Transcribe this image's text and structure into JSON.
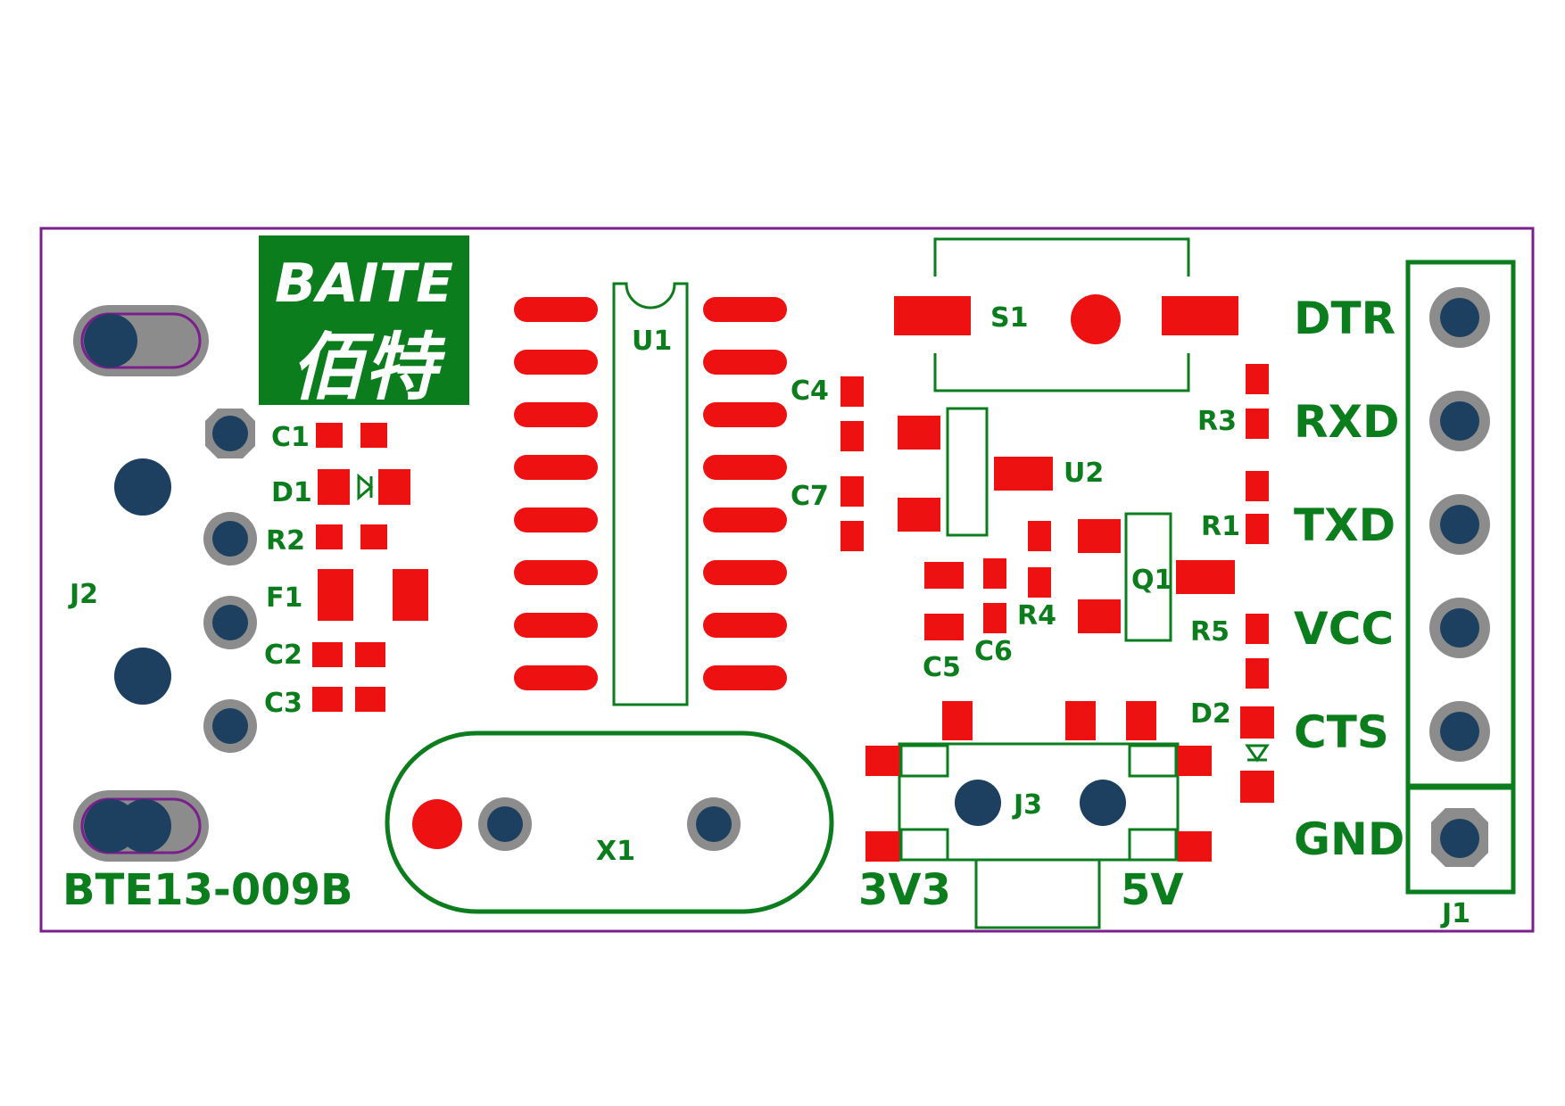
{
  "board": {
    "name": "BTE13-009B",
    "outline_color": "#7a1f8c",
    "silk_color": "#0b7d1c",
    "pad_color": "#ee1111",
    "hole_color": "#1e4060",
    "ring_color": "#8c8c8c"
  },
  "logo": {
    "latin": "BAITE",
    "chinese": "佰特",
    "background": "#0b7d1c"
  },
  "refs": {
    "c1": "C1",
    "d1": "D1",
    "r2": "R2",
    "f1": "F1",
    "c2": "C2",
    "c3": "C3",
    "j2": "J2",
    "u1": "U1",
    "c4": "C4",
    "c7": "C7",
    "s1": "S1",
    "r3": "R3",
    "r1": "R1",
    "u2": "U2",
    "q1": "Q1",
    "r4": "R4",
    "r5": "R5",
    "c5": "C5",
    "c6": "C6",
    "d2": "D2",
    "x1": "X1",
    "j3": "J3",
    "j1": "J1"
  },
  "pins": [
    "DTR",
    "RXD",
    "TXD",
    "VCC",
    "CTS",
    "GND"
  ],
  "jumper": {
    "left": "3V3",
    "right": "5V"
  }
}
